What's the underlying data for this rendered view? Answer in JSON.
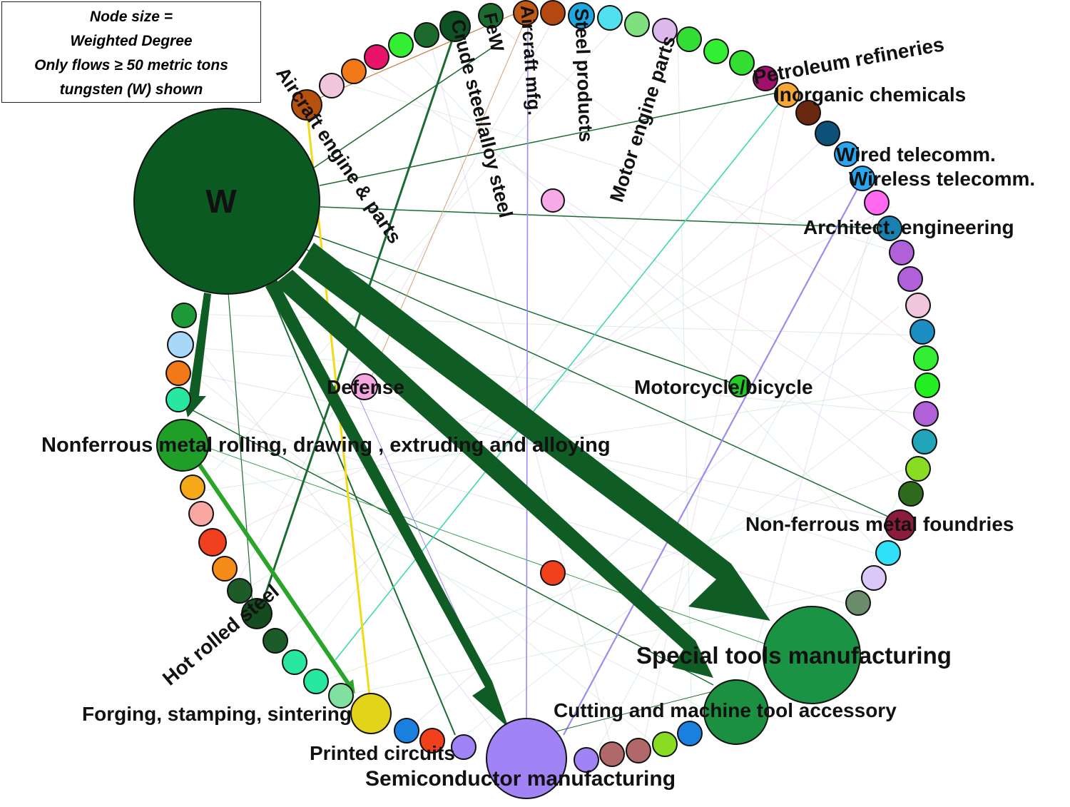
{
  "legend": {
    "lines": [
      "Node size =",
      "Weighted Degree",
      "Only flows ≥ 50 metric tons",
      "tungsten (W) shown"
    ]
  },
  "colors": {
    "w_node": "#0b5a22",
    "flow_main": "#0f5c25",
    "flow_bright_green": "#2aa52a",
    "flow_yellow": "#f2da14",
    "flow_purple": "#9b8cf0",
    "flow_teal": "#40d8b0",
    "flow_brown": "#c87a3a",
    "special_tools": "#1a9444",
    "cutting_tools": "#1a9040",
    "semiconductor": "#a183f6",
    "nonferrous_rolling": "#1f9e28",
    "forging": "#e2d418",
    "defense": "#f3a6df"
  },
  "labels": {
    "w": "W",
    "aircraft_engine": "Aircraft engine & parts",
    "crude_steel": "Crude steel/alloy steel",
    "few": "FeW",
    "aircraft_mfg": "Aircraft mfg.",
    "steel_products": "Steel products",
    "motor_engine": "Motor engine parts",
    "petroleum": "Petroleum refineries",
    "inorganic": "Inorganic chemicals",
    "wired": "Wired telecomm.",
    "wireless": "Wireless telecomm.",
    "architect": "Architect. engineering",
    "defense": "Defense",
    "motorcycle": "Motorcycle/bicycle",
    "nonferrous_rolling": "Nonferrous metal rolling, drawing , extruding and alloying",
    "nonferrous_foundries": "Non-ferrous metal foundries",
    "hot_rolled": "Hot rolled steel",
    "special_tools": "Special tools manufacturing",
    "cutting": "Cutting and machine tool accessory",
    "forging": "Forging, stamping, sintering",
    "printed": "Printed circuits",
    "semiconductor": "Semiconductor manufacturing"
  }
}
